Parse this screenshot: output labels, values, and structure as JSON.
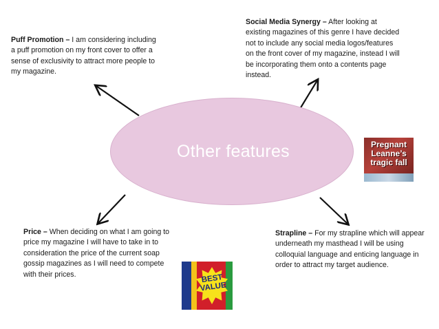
{
  "center": {
    "label": "Other features"
  },
  "notes": {
    "social": {
      "heading": "Social Media Synergy –",
      "body": " After looking at existing magazines of this genre I have decided not to include any social media logos/features on the front cover of my magazine, instead I will be incorporating them onto a contents page instead."
    },
    "puff": {
      "heading": "Puff Promotion –",
      "body": " I am considering including a puff promotion on my front cover to offer a sense of exclusivity to attract more people to my magazine."
    },
    "price": {
      "heading": "Price –",
      "body": " When deciding on what I am going to price my magazine I will have to take in to consideration the price of the current soap gossip magazines as I will need to compete with their prices."
    },
    "strapline": {
      "heading": "Strapline –",
      "body": " For my strapline which will appear underneath my masthead I will be using colloquial language and enticing language in order to attract my target audience."
    }
  },
  "thumbnails": {
    "pregnant": {
      "text": "Pregnant Leanne’s tragic fall"
    },
    "best_value": {
      "text": "BEST VALUE"
    }
  },
  "colors": {
    "ellipse_fill": "#e8c8df",
    "arrow": "#111111",
    "text": "#1a1a1a"
  }
}
